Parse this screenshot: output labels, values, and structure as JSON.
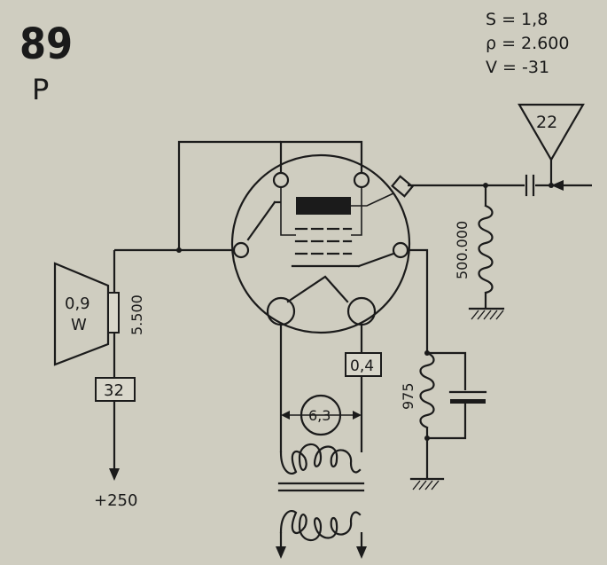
{
  "tube": {
    "number": "89",
    "type_letter": "P"
  },
  "specs": {
    "s": "S = 1,8",
    "rho": "ρ = 2.600",
    "v": "V = -31"
  },
  "components": {
    "input_triangle": "22",
    "speaker_power": "0,9",
    "speaker_unit": "W",
    "output_impedance": "5.500",
    "anode_box": "32",
    "supply": "+250",
    "grid_resistor": "500.000",
    "filament_current": "0,4",
    "cathode_resistor": "975",
    "filament_voltage": "6,3"
  }
}
